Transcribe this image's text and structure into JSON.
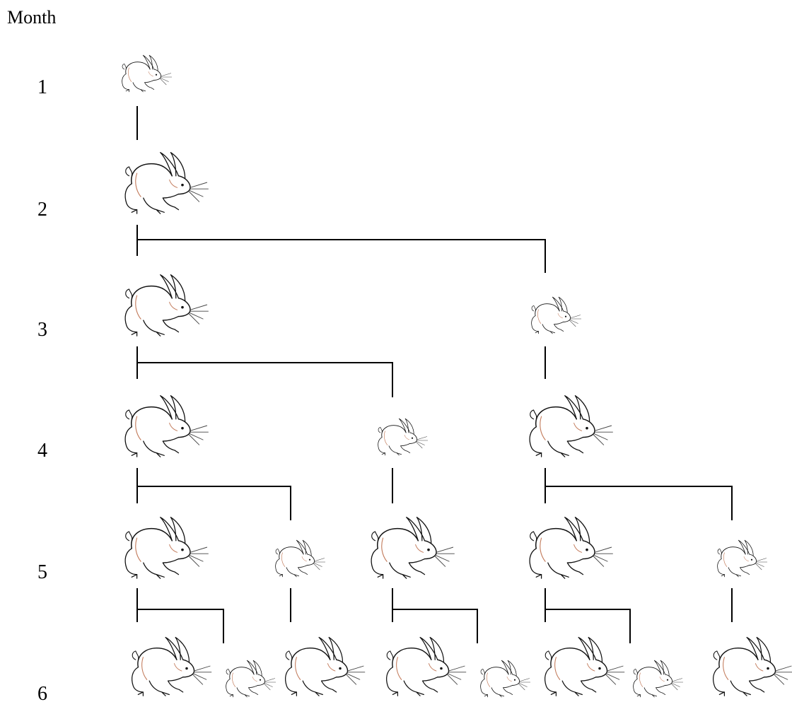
{
  "axis_title": "Month",
  "months": [
    "1",
    "2",
    "3",
    "4",
    "5",
    "6"
  ],
  "icons": {
    "adult": "adult-rabbit-icon",
    "young": "young-rabbit-icon"
  },
  "counts": {
    "adult_pairs_month6": 5,
    "young_pairs_month6": 3
  },
  "colors": {
    "ink": "#111111",
    "fur_accent": "#c27a5a"
  }
}
